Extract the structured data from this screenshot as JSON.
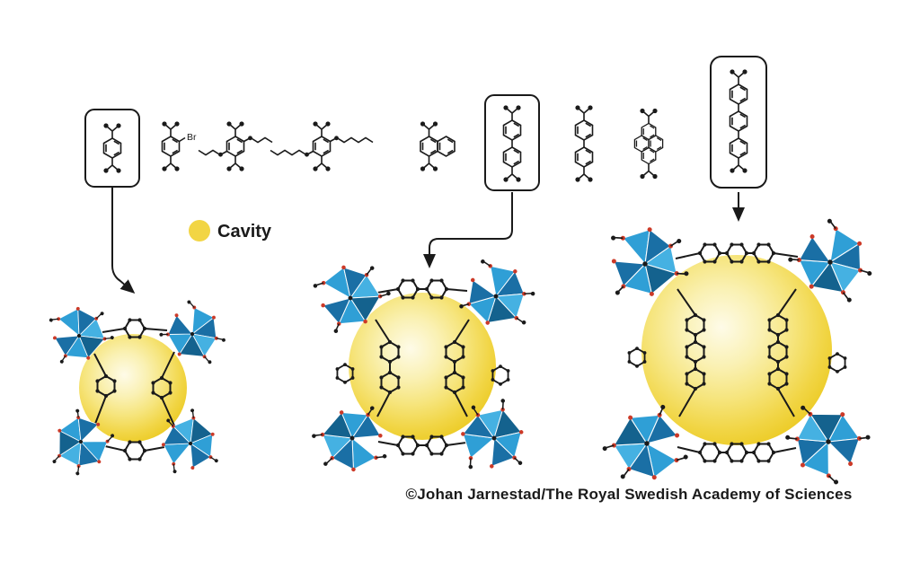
{
  "legend": {
    "cavity_label": "Cavity",
    "cavity_color": "#F2D544"
  },
  "molecules": {
    "br_label": "Br",
    "items": [
      {
        "id": "bdc",
        "boxed": true
      },
      {
        "id": "bdc-br",
        "boxed": false
      },
      {
        "id": "bdc-dipropoxy",
        "boxed": false
      },
      {
        "id": "bdc-dipentoxy",
        "boxed": false
      },
      {
        "id": "naphthalene-dc",
        "boxed": false
      },
      {
        "id": "biphenyl-dc",
        "boxed": true
      },
      {
        "id": "biphenyl-dc-2",
        "boxed": false
      },
      {
        "id": "pyrene-dc",
        "boxed": false
      },
      {
        "id": "terphenyl-dc",
        "boxed": true
      }
    ]
  },
  "structures": [
    {
      "id": "mof-small",
      "size": "small"
    },
    {
      "id": "mof-medium",
      "size": "medium"
    },
    {
      "id": "mof-large",
      "size": "large"
    }
  ],
  "colors": {
    "cavity_yellow": "#EBC91F",
    "cavity_highlight": "#FEFBE8",
    "cluster_blue_light": "#45B1E2",
    "cluster_blue": "#2F9FD6",
    "cluster_blue_dark": "#14628E",
    "oxygen_red": "#CC3A28",
    "bond_black": "#1A1A1A"
  },
  "footer": {
    "credit": "©Johan Jarnestad/The Royal Swedish Academy of Sciences"
  }
}
